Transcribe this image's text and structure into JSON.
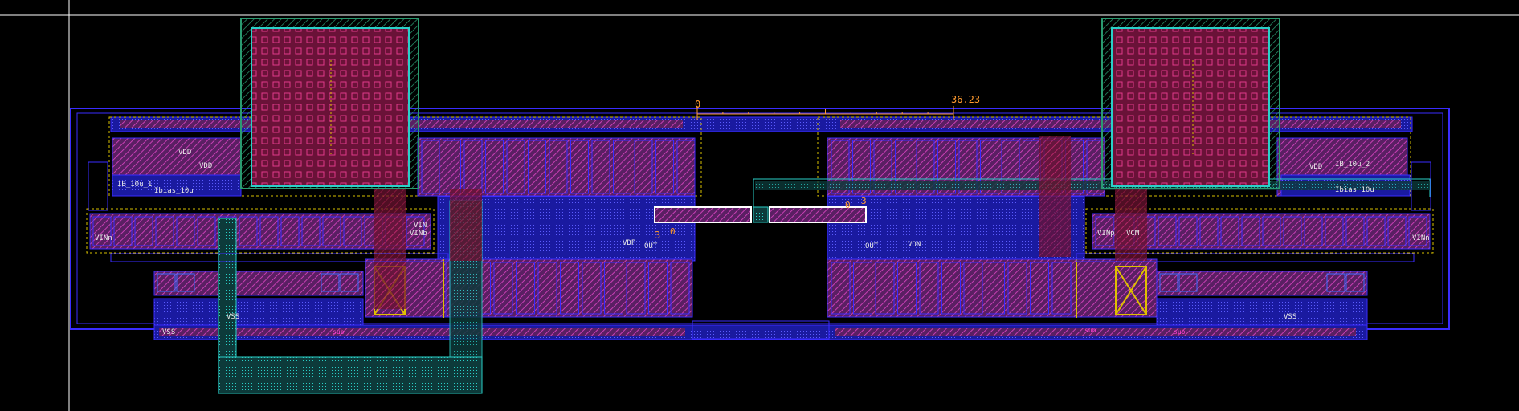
{
  "app": {
    "view": "layout-editor-canvas"
  },
  "colors": {
    "background": "#000000",
    "metal1": "#2a22ff",
    "poly": "#c83fb4",
    "diffusion": "#7a2e86",
    "pad": "#ae2040",
    "cut": "#1fb7b0",
    "well_outline": "#d8c000",
    "crosshair": "#ffffff",
    "ruler": "#ff9a2e"
  },
  "ruler": {
    "start_label": "0",
    "end_label": "36.23"
  },
  "markers": {
    "left_3": "3",
    "left_0": "0",
    "right_0": "0",
    "right_3": "3"
  },
  "labels": {
    "vdd_left_a": "VDD",
    "vdd_left_b": "VDD",
    "vdd_right": "VDD",
    "ibias_left": "IB_10u_1",
    "ibias_right": "IB_10u_2",
    "bias_left": "Ibias_10u",
    "bias_right": "Ibias_10u",
    "vin_left_a": "VIN",
    "vin_left_b": "VINb",
    "vin_far_left": "VINn",
    "vin_right_a": "VINp",
    "vin_right_b": "VCM",
    "vin_far_right": "VINn",
    "vdp": "VDP",
    "out_left": "OUT",
    "out_right": "OUT",
    "von": "VON",
    "vss_left_a": "VSS",
    "vss_left_b": "VSS",
    "vss_right": "VSS",
    "sub_1": "sub",
    "sub_2": "sub",
    "sub_3": "sub"
  }
}
